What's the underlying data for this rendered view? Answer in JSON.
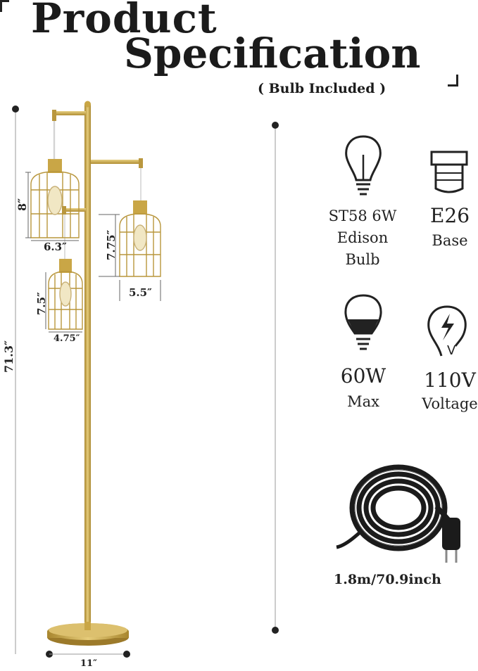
{
  "header": {
    "title_line1": "Product",
    "title_line2": "Specification",
    "subtitle": "( Bulb Included )"
  },
  "dimensions": {
    "total_height": "71.3″",
    "upper_shade_height": "8″",
    "upper_shade_width": "6.3″",
    "right_shade_height": "7.75″",
    "right_shade_width": "5.5″",
    "lower_shade_height": "7.5″",
    "lower_shade_width": "4.75″",
    "base_width": "11″"
  },
  "specs": {
    "bulb": {
      "line1": "ST58 6W",
      "line2": "Edison",
      "line3": "Bulb"
    },
    "base": {
      "value": "E26",
      "label": "Base"
    },
    "wattage": {
      "value": "60W",
      "label": "Max"
    },
    "voltage": {
      "value": "110V",
      "label": "Voltage",
      "icon_letter": "V"
    }
  },
  "cord": {
    "label": "1.8m/70.9inch"
  },
  "colors": {
    "gold": "#c9a646",
    "dark": "#1b1b1b"
  }
}
